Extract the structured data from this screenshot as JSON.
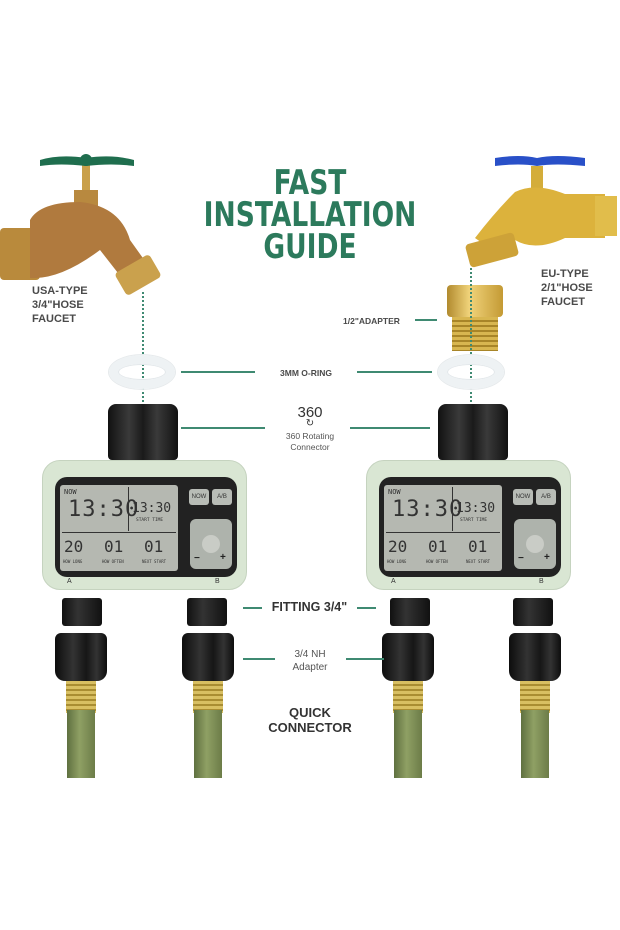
{
  "title": {
    "line1": "FAST",
    "line2": "INSTALLATION",
    "line3": "GUIDE"
  },
  "colors": {
    "title_green": "#2c7a5c",
    "leader_line": "#3f8a72",
    "usa_handle": "#1f6e4e",
    "eu_handle": "#2950c8"
  },
  "labels": {
    "usa_faucet": [
      "USA-TYPE",
      "3/4\"HOSE",
      "FAUCET"
    ],
    "eu_faucet": [
      "EU-TYPE",
      "2/1\"HOSE",
      "FAUCET"
    ],
    "adapter": "1/2\"ADAPTER",
    "oring": "3MM O-RING",
    "rotating_badge": "360",
    "rotating": [
      "360 Rotating",
      "Connector"
    ],
    "fitting": "FITTING 3/4\"",
    "nh_adapter": [
      "3/4 NH",
      "Adapter"
    ],
    "quick_connector": [
      "QUICK",
      "CONNECTOR"
    ]
  },
  "timer": {
    "now_label": "NOW",
    "clock": "13:30",
    "start_time": "13:30",
    "start_time_label": "START TIME",
    "how_long": "20",
    "how_long_label": "HOW LONG",
    "how_often": "01",
    "how_often_label": "HOW OFTEN",
    "next_start": "01",
    "next_start_label": "NEXT START",
    "btn_now": "NOW",
    "btn_ab": "A/B",
    "minus": "−",
    "plus": "+",
    "channel_a": "A",
    "channel_b": "B"
  }
}
